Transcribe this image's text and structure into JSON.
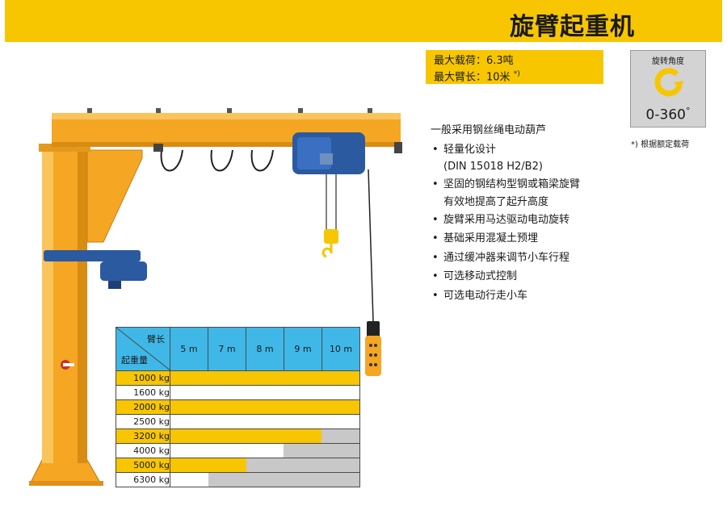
{
  "title": "旋臂起重机",
  "specs": {
    "max_load": "最大载荷：6.3吨",
    "max_arm": "最大臂长：10米",
    "arm_note_mark": "*)"
  },
  "rotation": {
    "label": "旋转角度",
    "value": "0-360",
    "unit": "°",
    "icon": "rotation-arrow-icon"
  },
  "note": "*) 根据额定载荷",
  "features": {
    "head": "一般采用钢丝绳电动葫芦",
    "items": [
      {
        "line1": "轻量化设计",
        "line2": "(DIN 15018 H2/B2)"
      },
      {
        "line1": "坚固的钢结构型钢或箱梁旋臂",
        "line2": "有效地提高了起升高度"
      },
      {
        "line1": "旋臂采用马达驱动电动旋转",
        "line2": ""
      },
      {
        "line1": "基础采用混凝土预埋",
        "line2": ""
      },
      {
        "line1": "通过缓冲器来调节小车行程",
        "line2": ""
      },
      {
        "line1": "可选移动式控制",
        "line2": ""
      },
      {
        "line1": "可选电动行走小车",
        "line2": ""
      }
    ]
  },
  "table": {
    "corner_top": "臂长",
    "corner_bottom": "起重量",
    "arm_lengths": [
      "5 m",
      "7 m",
      "8 m",
      "9 m",
      "10 m"
    ],
    "rows": [
      {
        "load": "1000 kg",
        "fill": 1.0,
        "na_from": 1.0,
        "highlight": true
      },
      {
        "load": "1600 kg",
        "fill": 1.0,
        "na_from": 1.0,
        "highlight": false
      },
      {
        "load": "2000 kg",
        "fill": 1.0,
        "na_from": 1.0,
        "highlight": true
      },
      {
        "load": "2500 kg",
        "fill": 1.0,
        "na_from": 1.0,
        "highlight": false
      },
      {
        "load": "3200 kg",
        "fill": 0.8,
        "na_from": 0.8,
        "highlight": true
      },
      {
        "load": "4000 kg",
        "fill": 0.6,
        "na_from": 0.6,
        "highlight": false
      },
      {
        "load": "5000 kg",
        "fill": 0.4,
        "na_from": 0.4,
        "highlight": true
      },
      {
        "load": "6300 kg",
        "fill": 0.2,
        "na_from": 0.2,
        "highlight": false
      }
    ]
  },
  "colors": {
    "yellow": "#f7c600",
    "crane_orange": "#f5a623",
    "blue": "#3fb8e8",
    "hoist_blue": "#2c5aa0",
    "grey": "#c8c8c8"
  }
}
